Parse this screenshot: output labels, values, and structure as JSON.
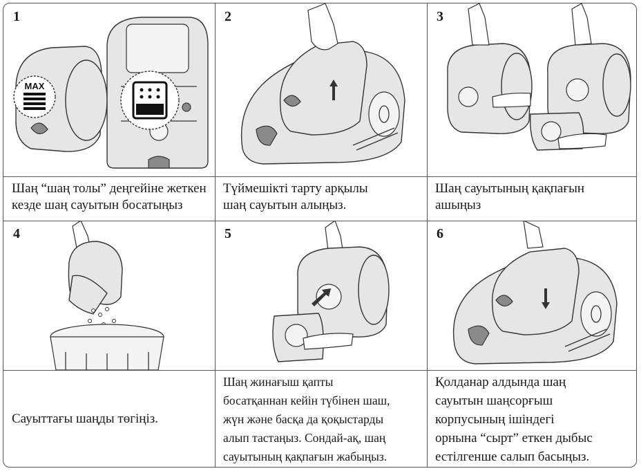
{
  "steps": [
    {
      "number": "1",
      "caption_lines": [
        "Шаң “шаң толы” деңгейіне жеткен",
        "кезде шаң сауытын босатыңыз"
      ],
      "badge_text": "MAX"
    },
    {
      "number": "2",
      "caption_lines": [
        "Түймешікті тарту арқылы",
        "шаң сауытын алыңыз."
      ]
    },
    {
      "number": "3",
      "caption_lines": [
        "Шаң сауытының қақпағын",
        "ашыңыз"
      ]
    },
    {
      "number": "4",
      "caption_lines": [
        "Сауыттағы шаңды төгіңіз."
      ]
    },
    {
      "number": "5",
      "caption_lines": [
        "Шаң жинағыш қапты",
        "босатқаннан кейін түбінен шаш,",
        "жүн және басқа да қоқыстарды",
        "алып тастаңыз. Сондай-ақ, шаң",
        "сауытының қақпағын жабыңыз."
      ]
    },
    {
      "number": "6",
      "caption_lines": [
        "Қолданар алдында шаң",
        "сауытын шаңсорғыш",
        "корпусының ішіндегі",
        "орнына “сырт” еткен дыбыс",
        "естілгенше салып басыңыз."
      ]
    }
  ],
  "icons": [
    "vacuum-max-indicator-icon",
    "dust-container-icon",
    "hand-icon",
    "arrow-icon",
    "trash-bin-icon"
  ]
}
